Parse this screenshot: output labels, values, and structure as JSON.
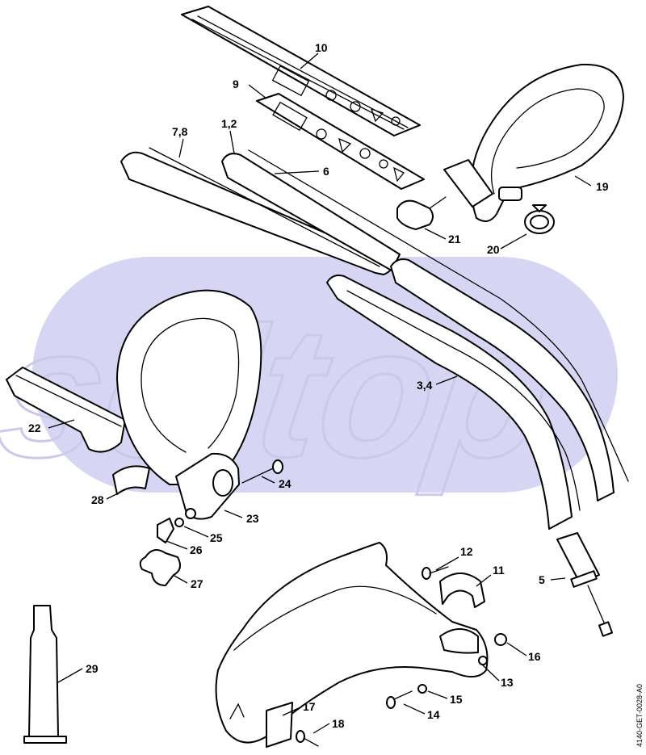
{
  "watermark": {
    "text": "seltop",
    "color": "#d6d6f4"
  },
  "doc_code": "4140-GET-0028-A0",
  "parts": [
    {
      "key": "p10",
      "label": "10"
    },
    {
      "key": "p9",
      "label": "9"
    },
    {
      "key": "p78",
      "label": "7,8"
    },
    {
      "key": "p12a",
      "label": "1,2"
    },
    {
      "key": "p6",
      "label": "6"
    },
    {
      "key": "p19",
      "label": "19"
    },
    {
      "key": "p21",
      "label": "21"
    },
    {
      "key": "p20",
      "label": "20"
    },
    {
      "key": "p34",
      "label": "3,4"
    },
    {
      "key": "p22",
      "label": "22"
    },
    {
      "key": "p24",
      "label": "24"
    },
    {
      "key": "p28",
      "label": "28"
    },
    {
      "key": "p23",
      "label": "23"
    },
    {
      "key": "p25",
      "label": "25"
    },
    {
      "key": "p26",
      "label": "26"
    },
    {
      "key": "p27",
      "label": "27"
    },
    {
      "key": "p12",
      "label": "12"
    },
    {
      "key": "p11",
      "label": "11"
    },
    {
      "key": "p5",
      "label": "5"
    },
    {
      "key": "p16",
      "label": "16"
    },
    {
      "key": "p13",
      "label": "13"
    },
    {
      "key": "p29",
      "label": "29"
    },
    {
      "key": "p15",
      "label": "15"
    },
    {
      "key": "p14",
      "label": "14"
    },
    {
      "key": "p17",
      "label": "17"
    },
    {
      "key": "p18",
      "label": "18"
    }
  ]
}
